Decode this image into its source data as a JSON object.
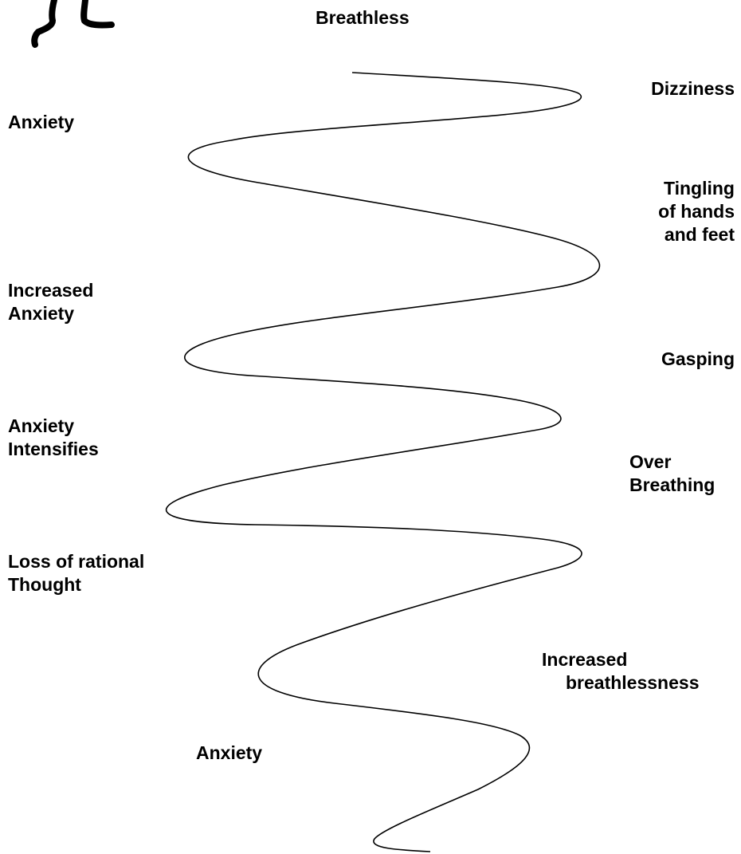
{
  "diagram": {
    "labels": {
      "top": "Breathless",
      "dizziness": "Dizziness",
      "anxiety_top": "Anxiety",
      "tingling": [
        "Tingling",
        "of hands",
        "and feet"
      ],
      "increased_anxiety": [
        "Increased",
        "Anxiety"
      ],
      "gasping": "Gasping",
      "anxiety_intensifies": [
        "Anxiety",
        "Intensifies"
      ],
      "over_breathing": [
        "Over",
        "Breathing"
      ],
      "loss_of_thought": [
        "Loss of rational",
        "Thought"
      ],
      "increased_breathlessness": [
        "Increased",
        "breathlessness"
      ],
      "anxiety_bottom": "Anxiety"
    },
    "colors": {
      "line": "#000000",
      "text": "#000000",
      "background": "#ffffff"
    },
    "icons": [
      "figure-legs-icon"
    ]
  }
}
